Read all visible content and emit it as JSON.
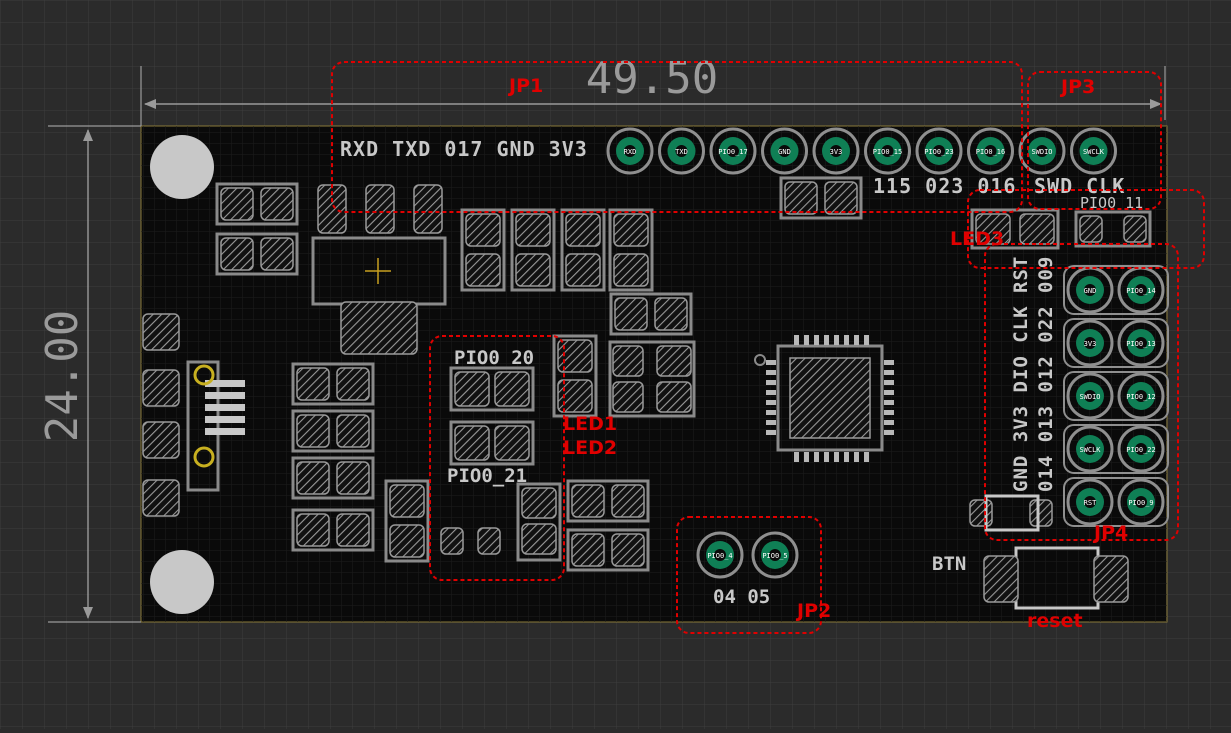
{
  "dimensions": {
    "width": "49.50",
    "height": "24.00"
  },
  "regions": [
    {
      "id": "jp1",
      "label": "JP1"
    },
    {
      "id": "jp3",
      "label": "JP3"
    },
    {
      "id": "led3",
      "label": "LED3"
    },
    {
      "id": "jp4",
      "label": "JP4"
    },
    {
      "id": "led1",
      "label": "LED1"
    },
    {
      "id": "led2",
      "label": "LED2"
    },
    {
      "id": "jp2",
      "label": "JP2"
    },
    {
      "id": "reset",
      "label": "reset"
    }
  ],
  "silkscreen": {
    "top_row": "RXD TXD 017 GND 3V3",
    "below_row_pins": "115 023 016",
    "swd_clk": "SWD CLK",
    "pio0_11": "PIO0_11",
    "pio0_20": "PIO0_20",
    "pio0_21": "PIO0_21",
    "jp2_pins": "04 05",
    "btn": "BTN",
    "right_rows": [
      "GND 3V3 DIO CLK RST",
      "014 013 012 022 009"
    ]
  },
  "header_pins": {
    "jp1_jp3": [
      "RXD",
      "TXD",
      "PIO0_17",
      "GND",
      "3V3",
      "PIO0_15",
      "PIO0_23",
      "PIO0_16",
      "SWDIO",
      "SWCLK"
    ],
    "jp2": [
      "PIO0_4",
      "PIO0_5"
    ],
    "jp4_left": [
      "GND",
      "3V3",
      "SWDIO",
      "SWCLK",
      "RST"
    ],
    "jp4_right": [
      "PIO0_14",
      "PIO0_13",
      "PIO0_12",
      "PIO0_22",
      "PIO0_9"
    ]
  },
  "colors": {
    "background": "#2b2b2b",
    "grid": "#3e3e3e",
    "board": "#0a0a0a",
    "board_grid": "#1d1d1d",
    "silk": "#c8c8c8",
    "dimension": "#9a9a9a",
    "pad_ring": "#8f8f8f",
    "pad_green": "#0f7f55",
    "annotation": "#e00000"
  }
}
